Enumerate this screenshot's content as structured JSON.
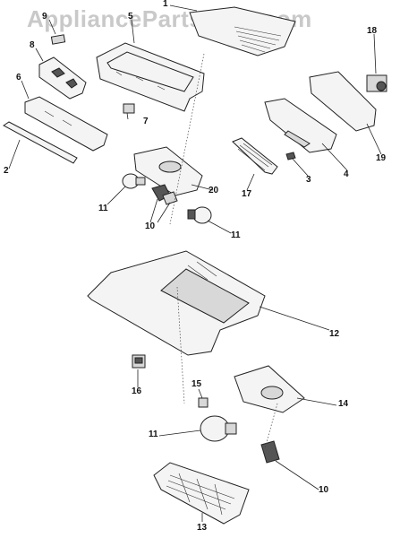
{
  "watermark": {
    "text": "AppliancePartsPros.com"
  },
  "callouts": [
    {
      "id": "c1",
      "label": "1"
    },
    {
      "id": "c5",
      "label": "5"
    },
    {
      "id": "c9",
      "label": "9"
    },
    {
      "id": "c8",
      "label": "8"
    },
    {
      "id": "c6",
      "label": "6"
    },
    {
      "id": "c7",
      "label": "7"
    },
    {
      "id": "c2",
      "label": "2"
    },
    {
      "id": "c18",
      "label": "18"
    },
    {
      "id": "c19",
      "label": "19"
    },
    {
      "id": "c4",
      "label": "4"
    },
    {
      "id": "c3",
      "label": "3"
    },
    {
      "id": "c17",
      "label": "17"
    },
    {
      "id": "c20",
      "label": "20"
    },
    {
      "id": "c11a",
      "label": "11"
    },
    {
      "id": "c10a",
      "label": "10"
    },
    {
      "id": "c11b",
      "label": "11"
    },
    {
      "id": "c12",
      "label": "12"
    },
    {
      "id": "c16",
      "label": "16"
    },
    {
      "id": "c15",
      "label": "15"
    },
    {
      "id": "c14",
      "label": "14"
    },
    {
      "id": "c11c",
      "label": "11"
    },
    {
      "id": "c10b",
      "label": "10"
    },
    {
      "id": "c13",
      "label": "13"
    }
  ]
}
